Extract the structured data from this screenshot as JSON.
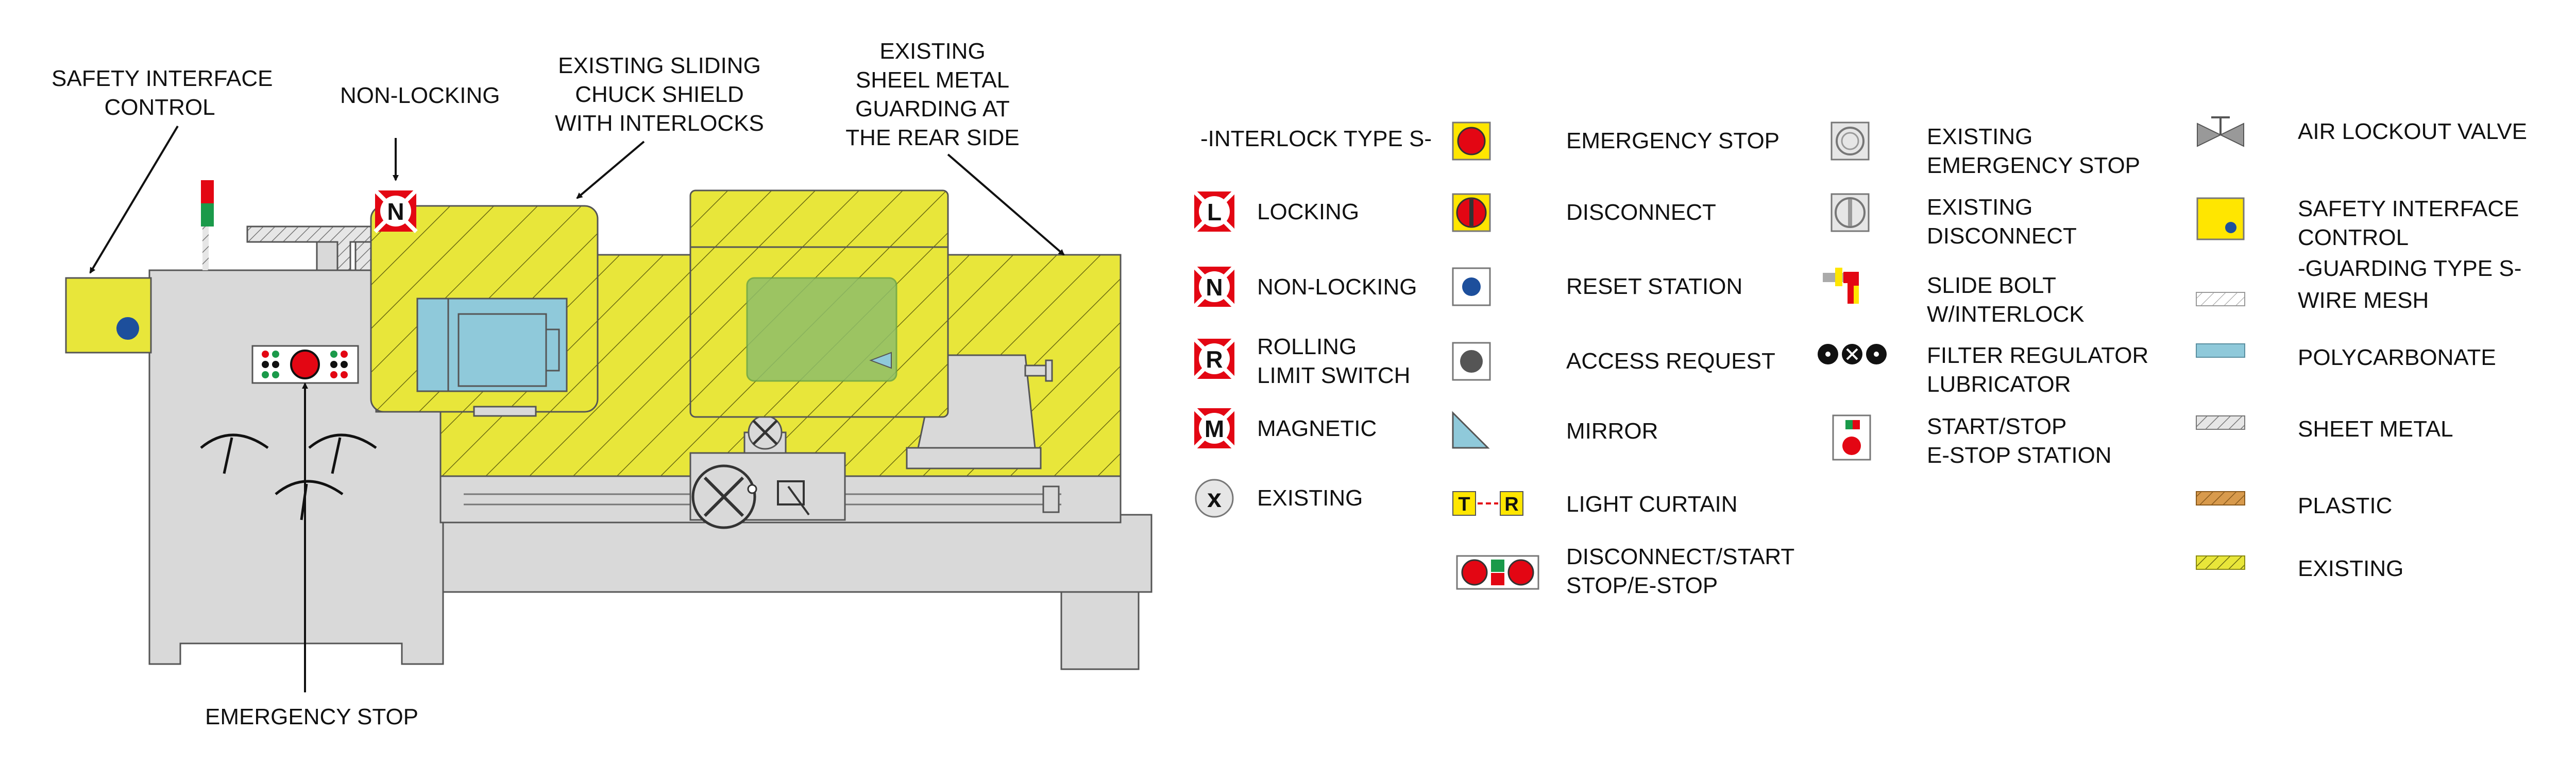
{
  "callouts": {
    "safety_interface_control": [
      "SAFETY INTERFACE",
      "CONTROL"
    ],
    "non_locking": "NON-LOCKING",
    "chuck_shield": [
      "EXISTING SLIDING",
      "CHUCK SHIELD",
      "WITH INTERLOCKS"
    ],
    "rear_guarding": [
      "EXISTING",
      "SHEEL METAL",
      "GUARDING AT",
      "THE REAR SIDE"
    ],
    "emergency_stop": "EMERGENCY STOP"
  },
  "machine_badge": "N",
  "legend": {
    "interlock_header": "-INTERLOCK TYPE S-",
    "guarding_header": "-GUARDING TYPE S-",
    "col1": [
      {
        "letter": "L",
        "label": [
          "LOCKING"
        ]
      },
      {
        "letter": "N",
        "label": [
          "NON-LOCKING"
        ]
      },
      {
        "letter": "R",
        "label": [
          "ROLLING",
          "LIMIT SWITCH"
        ]
      },
      {
        "letter": "M",
        "label": [
          "MAGNETIC"
        ]
      },
      {
        "letter": "x",
        "label": [
          "EXISTING"
        ]
      }
    ],
    "col2": [
      {
        "icon": "emergency-stop-icon",
        "label": [
          "EMERGENCY STOP"
        ]
      },
      {
        "icon": "disconnect-icon",
        "label": [
          "DISCONNECT"
        ]
      },
      {
        "icon": "reset-station-icon",
        "label": [
          "RESET STATION"
        ]
      },
      {
        "icon": "access-request-icon",
        "label": [
          "ACCESS REQUEST"
        ]
      },
      {
        "icon": "mirror-icon",
        "label": [
          "MIRROR"
        ]
      },
      {
        "icon": "light-curtain-icon",
        "label": [
          "LIGHT CURTAIN"
        ],
        "tags": [
          "T",
          "R"
        ]
      },
      {
        "icon": "disconnect-start-stop-icon",
        "label": [
          "DISCONNECT/START",
          "STOP/E-STOP"
        ]
      }
    ],
    "col3": [
      {
        "icon": "existing-emergency-stop-icon",
        "label": [
          "EXISTING",
          "EMERGENCY STOP"
        ]
      },
      {
        "icon": "existing-disconnect-icon",
        "label": [
          "EXISTING",
          "DISCONNECT"
        ]
      },
      {
        "icon": "slide-bolt-icon",
        "label": [
          "SLIDE BOLT",
          "W/INTERLOCK"
        ]
      },
      {
        "icon": "filter-regulator-icon",
        "label": [
          "FILTER REGULATOR",
          "LUBRICATOR"
        ]
      },
      {
        "icon": "start-stop-estop-icon",
        "label": [
          "START/STOP",
          "E-STOP STATION"
        ]
      }
    ],
    "col4": [
      {
        "icon": "air-lockout-valve-icon",
        "label": [
          "AIR LOCKOUT VALVE"
        ]
      },
      {
        "icon": "safety-interface-control-icon",
        "label": [
          "SAFETY INTERFACE",
          "CONTROL"
        ]
      },
      {
        "icon": "wire-mesh-icon",
        "label": [
          "WIRE MESH"
        ]
      },
      {
        "icon": "polycarbonate-icon",
        "label": [
          "POLYCARBONATE"
        ]
      },
      {
        "icon": "sheet-metal-icon",
        "label": [
          "SHEET METAL"
        ]
      },
      {
        "icon": "plastic-icon",
        "label": [
          "PLASTIC"
        ]
      },
      {
        "icon": "existing-guard-icon",
        "label": [
          "EXISTING"
        ]
      }
    ]
  },
  "colors": {
    "machine_gray": "#d9d9d9",
    "existing_yellow": "#e8e63a",
    "polycarbonate_blue": "#8fc9da",
    "estop_red": "#e30613",
    "reset_blue": "#1d4f9c",
    "plastic_orange": "#d89a4c",
    "signal_green": "#1a9a4a"
  }
}
